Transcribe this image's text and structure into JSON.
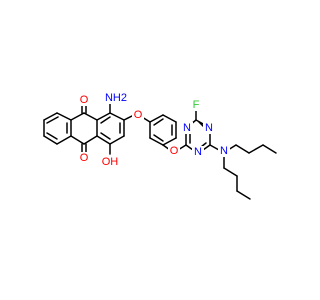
{
  "colors": {
    "bond": "#000000",
    "oxygen": "#ff0000",
    "nitrogen": "#0000ff",
    "fluorine": "#33cc33",
    "carbon": "#000000"
  },
  "atoms": {
    "o_quinone_top": "O",
    "o_quinone_bottom": "O",
    "nh2": "NH2",
    "oh": "OH",
    "o_ether_left": "O",
    "o_ether_right": "O",
    "f": "F",
    "n_triazine_top": "N",
    "n_triazine_left": "N",
    "n_triazine_bottom": "N",
    "n_amine": "N"
  }
}
